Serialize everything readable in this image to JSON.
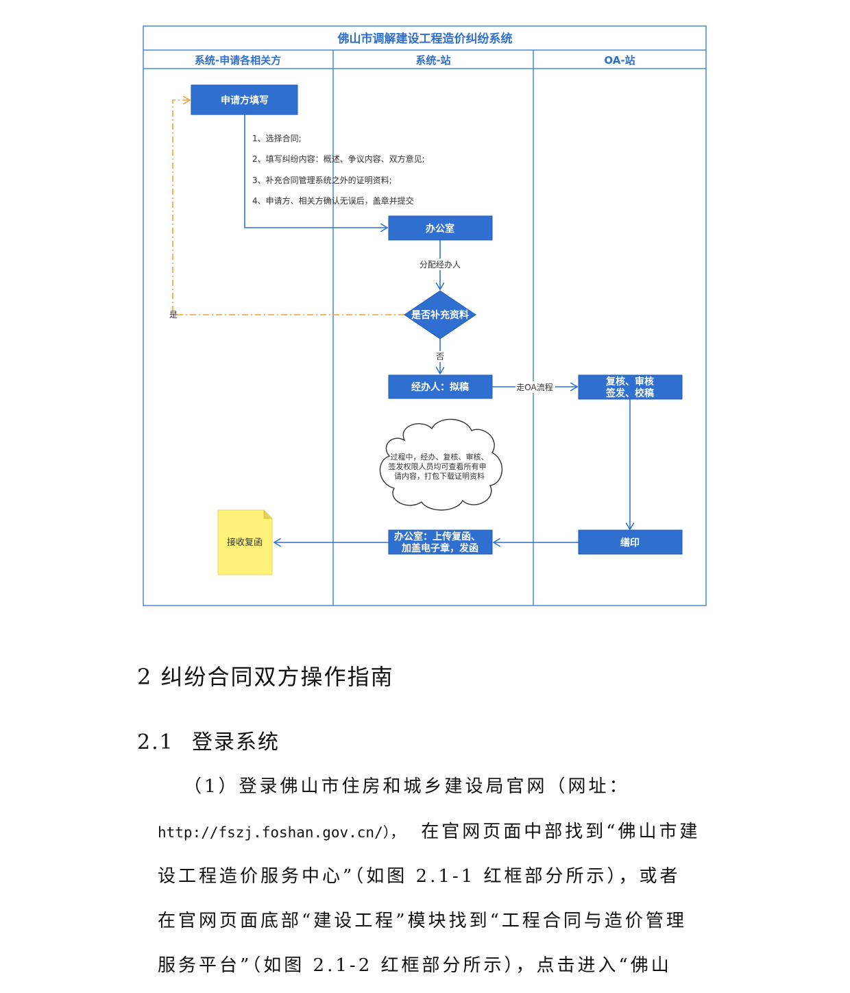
{
  "diagram": {
    "title": "佛山市调解建设工程造价纠纷系统",
    "lanes": [
      "系统-申请各相关方",
      "系统-站",
      "OA-站"
    ],
    "nodes": {
      "applicant_fill": "申请方填写",
      "office": "办公室",
      "decision": "是否补充资料",
      "handler_draft": "经办人：拟稿",
      "review": [
        "复核、审核",
        "签发、校稿"
      ],
      "print": "缮印",
      "office_upload": [
        "办公室：上传复函、",
        "加盖电子章，发函"
      ],
      "receive_reply": "接收复函"
    },
    "steps": [
      "1、选择合同;",
      "2、填写纠纷内容：概述、争议内容、双方意见;",
      "3、补充合同管理系统之外的证明资料;",
      "4、申请方、相关方确认无误后，盖章并提交"
    ],
    "edge_labels": {
      "assign": "分配经办人",
      "no": "否",
      "yes": "是",
      "oa": "走OA流程"
    },
    "cloud_note": [
      "过程中，经办、复核、审核、",
      "签发权限人员均可查看所有申",
      "请内容，打包下载证明资料"
    ],
    "colors": {
      "border": "#4a86d8",
      "box_fill": "#2f6fd0",
      "box_stroke": "#1f5bb5",
      "dashed": "#f0a030",
      "note_fill": "#fff27a"
    }
  },
  "doc": {
    "heading1": "2 纠纷合同双方操作指南",
    "heading2_num": "2.1",
    "heading2_text": "登录系统",
    "para_lines": [
      "（1）登录佛山市住房和城乡建设局官网（网址：",
      "http://fszj.foshan.gov.cn/），",
      "在官网页面中部找到“佛山市建",
      "设工程造价服务中心”（如图 2.1-1 红框部分所示），或者",
      "在官网页面底部“建设工程”模块找到“工程合同与造价管理",
      "服务平台”（如图 2.1-2 红框部分所示），点击进入“佛山"
    ]
  }
}
